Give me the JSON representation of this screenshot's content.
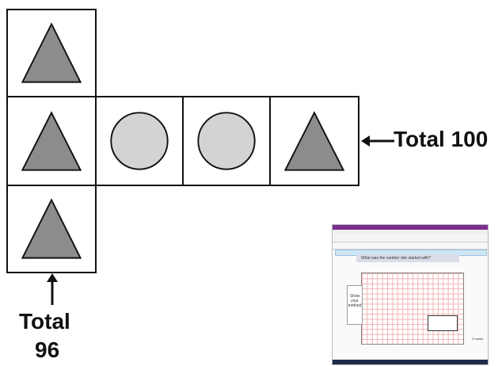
{
  "shapes": {
    "cells": [
      {
        "id": "top",
        "shape": "triangle"
      },
      {
        "id": "middle-left",
        "shape": "triangle"
      },
      {
        "id": "middle-2",
        "shape": "circle"
      },
      {
        "id": "middle-3",
        "shape": "circle"
      },
      {
        "id": "middle-right",
        "shape": "triangle"
      },
      {
        "id": "bottom",
        "shape": "triangle"
      }
    ],
    "triangle_color": "#8c8c8c",
    "circle_color": "#d3d3d3"
  },
  "labels": {
    "row_total": "Total 100",
    "column_total_word": "Total",
    "column_total_value": "96"
  },
  "thumbnail": {
    "question": "What was the number she started with?",
    "method_label": "Show your method",
    "marks": "2 marks"
  }
}
